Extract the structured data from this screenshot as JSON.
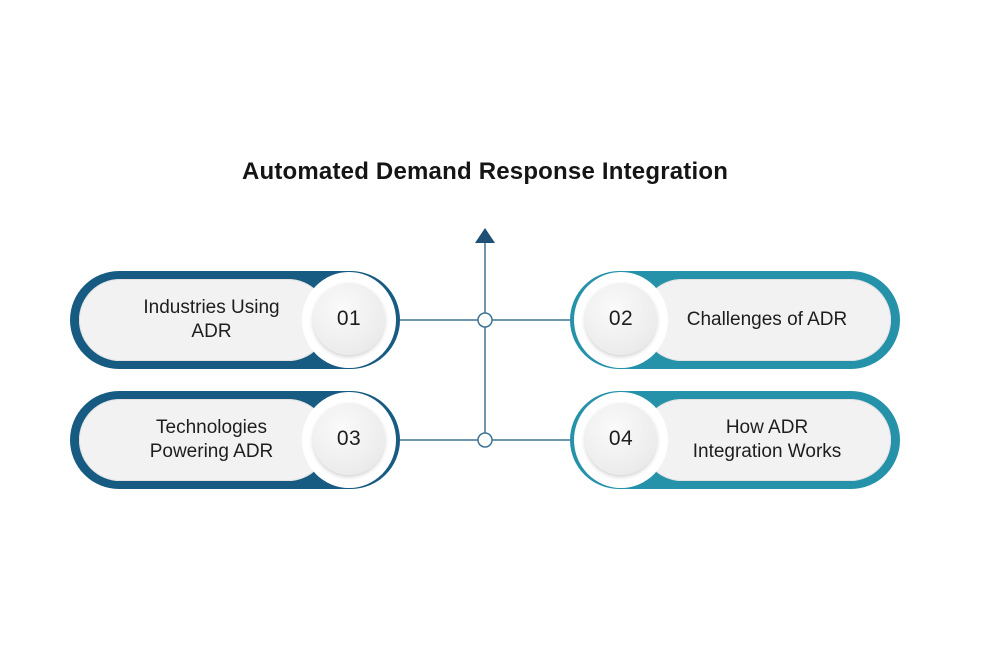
{
  "title": "Automated Demand Response Integration",
  "items": [
    {
      "number": "01",
      "label_lines": [
        "Industries Using",
        "ADR"
      ]
    },
    {
      "number": "02",
      "label_lines": [
        "Challenges of ADR"
      ]
    },
    {
      "number": "03",
      "label_lines": [
        "Technologies",
        "Powering ADR"
      ]
    },
    {
      "number": "04",
      "label_lines": [
        "How ADR",
        "Integration Works"
      ]
    }
  ],
  "colors": {
    "left_accent": "#175a82",
    "right_accent": "#2592a9",
    "connector": "#3f7394",
    "pill_fill": "#f2f2f2",
    "text": "#1e1e1e"
  }
}
